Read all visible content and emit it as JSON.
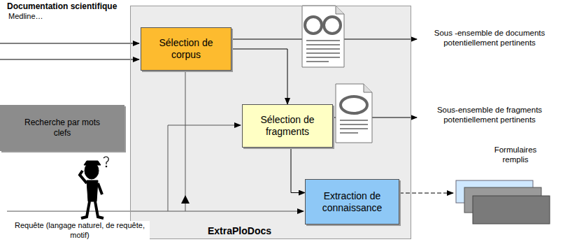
{
  "diagram": {
    "nodes": [
      {
        "text": [
          "ExtraPloDocs"
        ]
      },
      {
        "text": [
          "Sélection de corpus"
        ],
        "in": 0
      },
      {
        "text": [
          "Sélection de fragments"
        ],
        "in": 0
      },
      {
        "text": [
          "Extraction de connaissance"
        ],
        "in": 0
      },
      {
        "text": [
          "Recherche par mots clefs"
        ]
      }
    ],
    "edges": [
      {
        "from": 1,
        "to": 2,
        "arrow": "to"
      },
      {
        "from": 2,
        "to": 3,
        "arrow": "to"
      }
    ],
    "labels": [
      "Documentation scientifique",
      "Medline…",
      "Sous -ensemble de documents potentiellement pertinents",
      "Sous-ensemble de fragments potentiellement pertinents",
      "Formulaires remplis",
      "Requête (langage naturel, de requête, motif)"
    ]
  }
}
